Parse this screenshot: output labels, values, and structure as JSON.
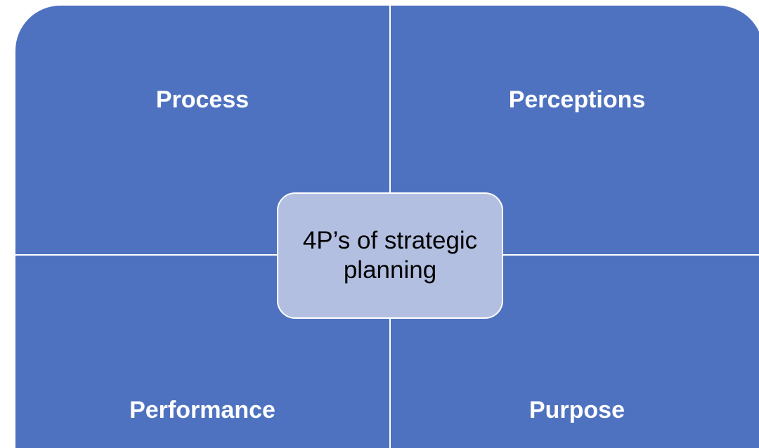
{
  "diagram": {
    "center_label": "4P’s of strategic planning",
    "quadrants": {
      "top_left": "Process",
      "top_right": "Perceptions",
      "bottom_left": "Performance",
      "bottom_right": "Purpose"
    }
  },
  "colors": {
    "quadrant_fill": "#4F72C0",
    "center_fill": "#B3BFE0",
    "quadrant_text": "#ffffff",
    "center_text": "#000000"
  }
}
